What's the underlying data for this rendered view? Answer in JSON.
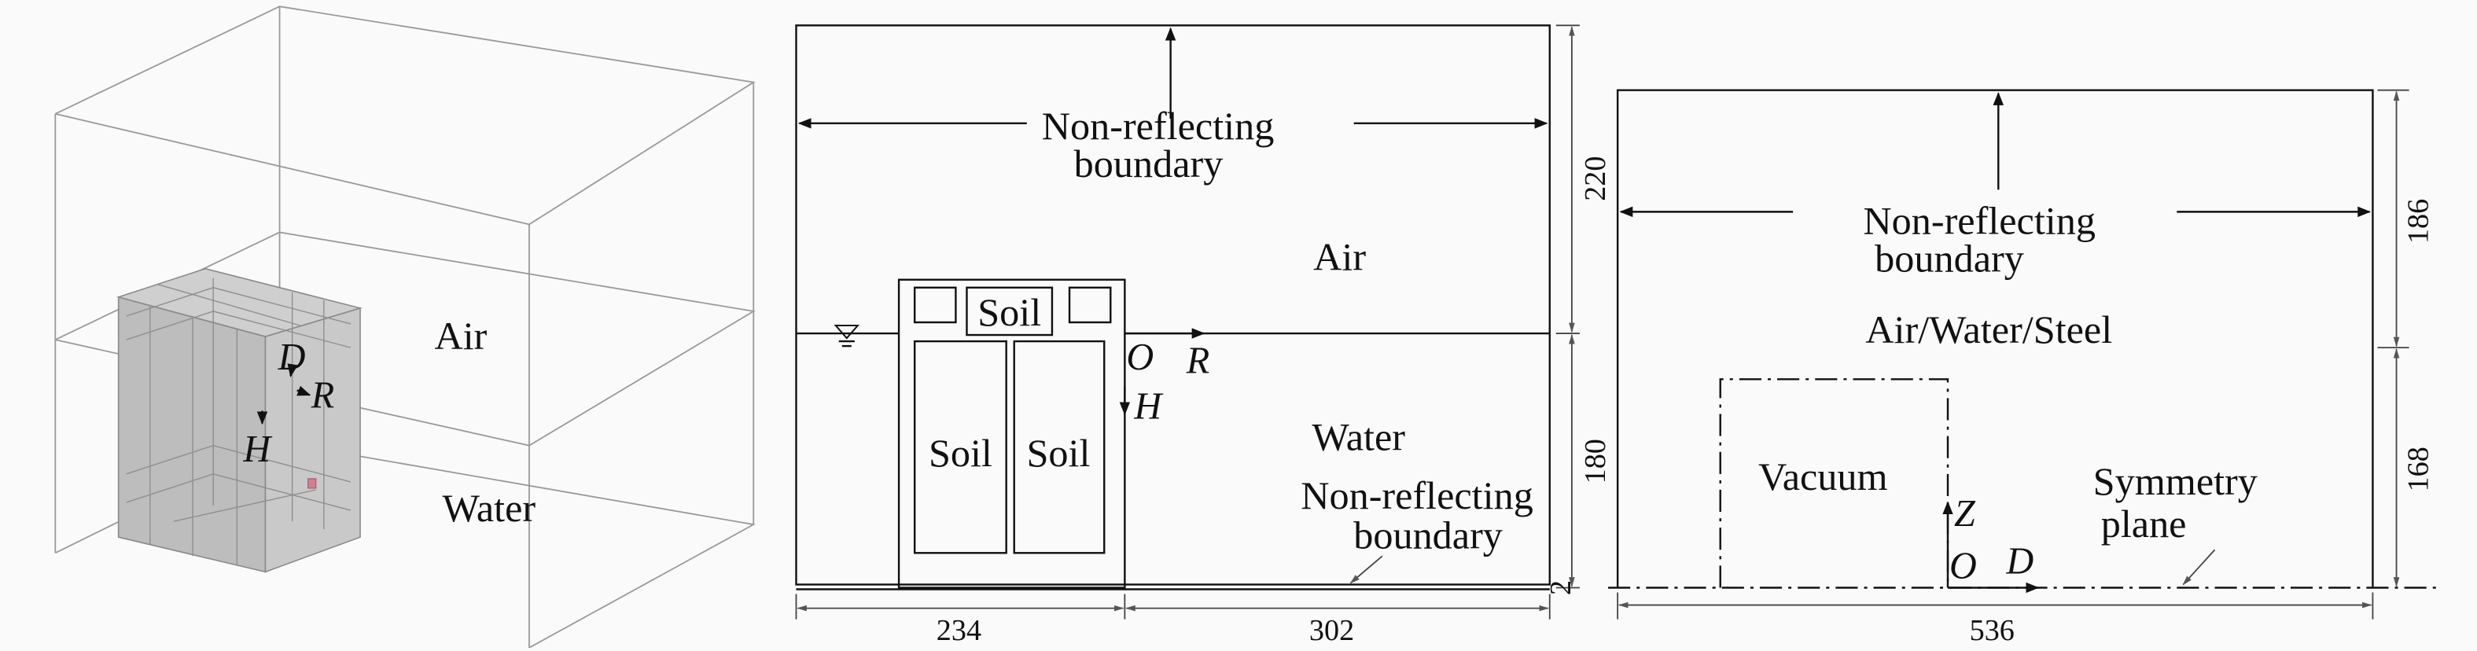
{
  "panel_3d": {
    "air_label": "Air",
    "water_label": "Water",
    "axis_d": "D",
    "axis_r": "R",
    "axis_h": "H",
    "structure_color": "#bdbdbd",
    "marker_color": "#d08090"
  },
  "panel_2d": {
    "top_boundary_line1": "Non-reflecting",
    "top_boundary_line2": "boundary",
    "air_label": "Air",
    "water_label": "Water",
    "bottom_boundary_line1": "Non-reflecting",
    "bottom_boundary_line2": "boundary",
    "soil_top": "Soil",
    "soil_left": "Soil",
    "soil_right": "Soil",
    "origin": "O",
    "axis_r": "R",
    "axis_h": "H",
    "dim_air_height": "220",
    "dim_water_height": "180",
    "dim_bottom": "2",
    "dim_left_width": "234",
    "dim_right_width": "302"
  },
  "panel_axisym": {
    "boundary_line1": "Non-reflecting",
    "boundary_line2": "boundary",
    "medium_label": "Air/Water/Steel",
    "vacuum_label": "Vacuum",
    "symmetry_line1": "Symmetry",
    "symmetry_line2": "plane",
    "origin": "O",
    "axis_z": "Z",
    "axis_d": "D",
    "dim_upper_height": "186",
    "dim_lower_height": "168",
    "dim_width": "536"
  }
}
